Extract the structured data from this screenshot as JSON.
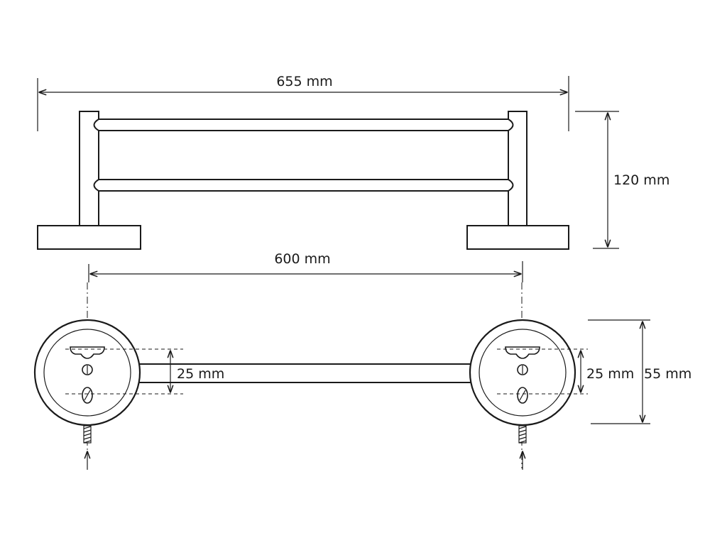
{
  "drawing": {
    "stroke_color": "#1a1a1a",
    "background": "#ffffff",
    "views": [
      "front-elevation",
      "top-view"
    ]
  },
  "dimensions": {
    "overall_width": "655 mm",
    "height": "120 mm",
    "mount_spacing": "600 mm",
    "hole_spacing_left": "25 mm",
    "hole_spacing_right": "25 mm",
    "base_diameter": "55 mm"
  },
  "icons": [
    "screw-icon",
    "arrow-up-icon"
  ]
}
